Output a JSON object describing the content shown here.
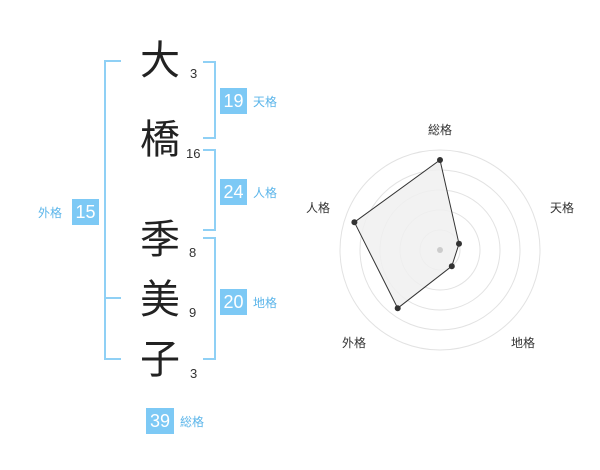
{
  "name": {
    "characters": [
      {
        "char": "大",
        "strokes": "3"
      },
      {
        "char": "橋",
        "strokes": "16"
      },
      {
        "char": "季",
        "strokes": "8"
      },
      {
        "char": "美",
        "strokes": "9"
      },
      {
        "char": "子",
        "strokes": "3"
      }
    ]
  },
  "fortunes": {
    "tenkaku": {
      "value": "19",
      "label": "天格"
    },
    "jinkaku": {
      "value": "24",
      "label": "人格"
    },
    "chikaku": {
      "value": "20",
      "label": "地格"
    },
    "gaikaku": {
      "value": "15",
      "label": "外格"
    },
    "soukaku": {
      "value": "39",
      "label": "総格"
    }
  },
  "colors": {
    "accent": "#7dc9f5",
    "accent_text": "#5bb5ea",
    "bracket": "#8fd0f5",
    "radar_fill": "#f0f0f0",
    "radar_line": "#333333"
  },
  "radar": {
    "axes": [
      "総格",
      "天格",
      "地格",
      "外格",
      "人格"
    ],
    "levels": 5,
    "values": [
      4.5,
      1.0,
      1.0,
      3.6,
      4.5
    ]
  }
}
